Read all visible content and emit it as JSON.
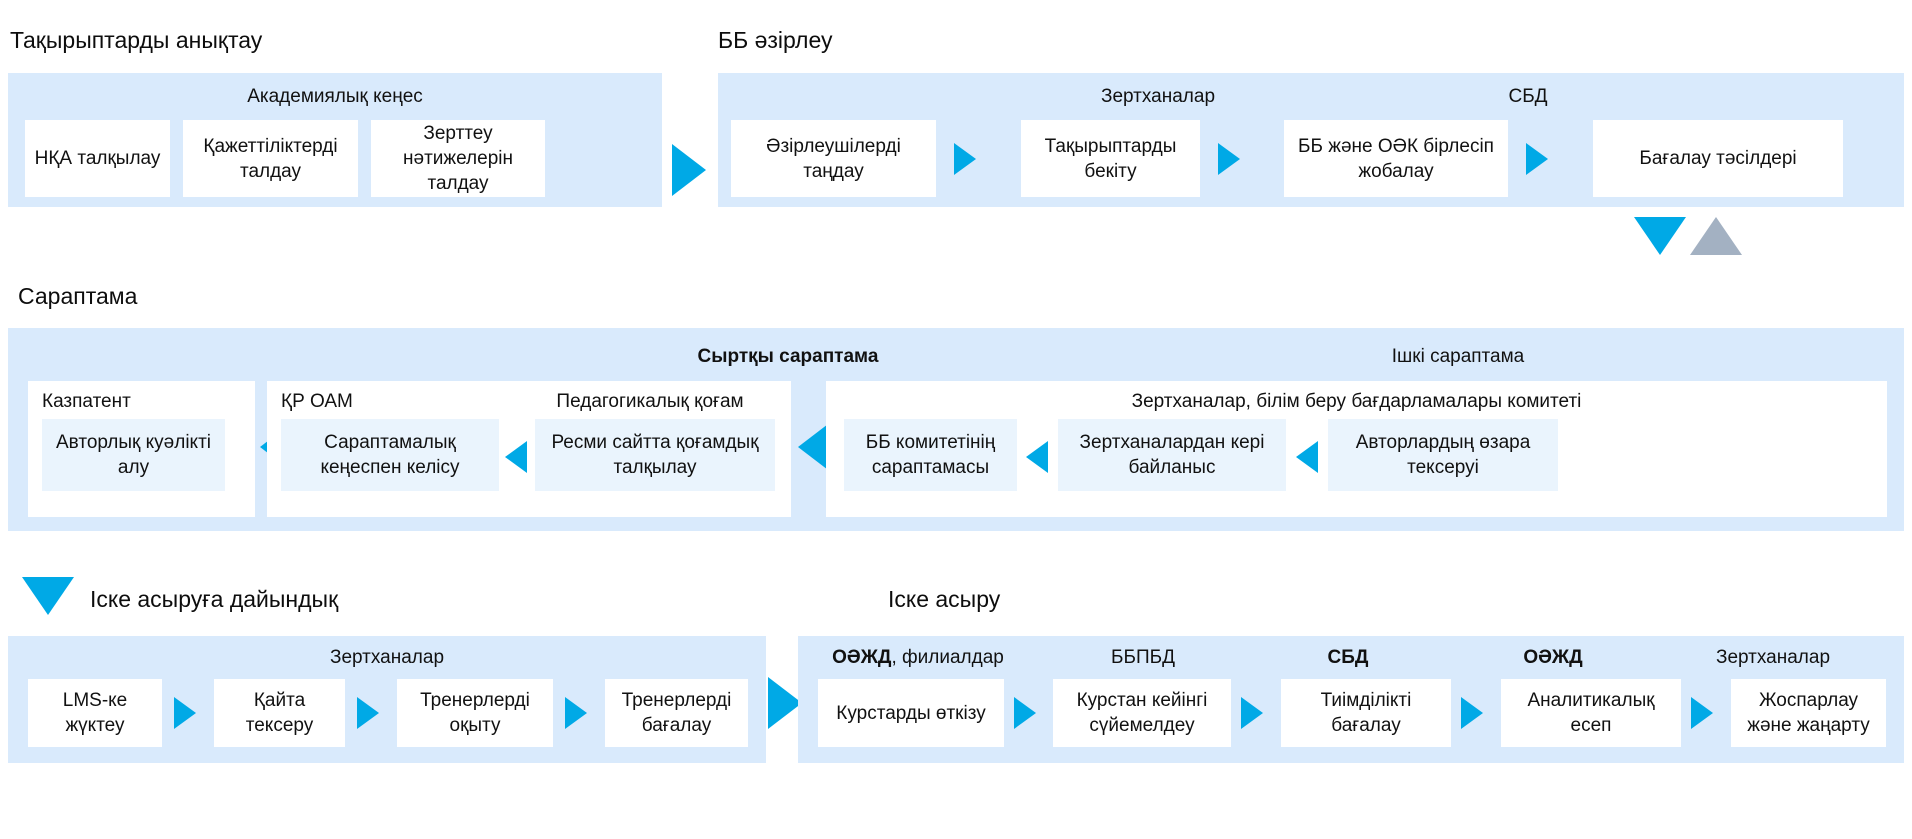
{
  "diagram": {
    "title_visible": false,
    "accent_blue": "#00a9e6",
    "band_blue": "#d9eafc",
    "pale_node_blue": "#eaf4fd",
    "grey_triangle": "#a3b1c2"
  },
  "sections": {
    "topics": {
      "caption": "Тақырыптарды анықтау",
      "role": "Академиялық кеңес",
      "nodes": [
        "НҚА талқылау",
        "Қажеттіліктерді талдау",
        "Зерттеу нәтижелерін талдау"
      ]
    },
    "develop": {
      "caption": "ББ әзірлеу",
      "roles": [
        "Зертханалар",
        "СБД"
      ],
      "nodes": [
        "Әзірлеушілерді таңдау",
        "Тақырыптарды бекіту",
        "ББ және ОӘК бірлесіп жобалау",
        "Бағалау тәсілдері"
      ]
    },
    "expertise": {
      "caption": "Сараптама",
      "group_external": "Сыртқы сараптама",
      "group_internal": "Ішкі сараптама",
      "cards": [
        {
          "role": "Казпатент",
          "node": "Авторлық куәлікті алу"
        },
        {
          "role": "ҚР ОАМ",
          "node": "Сараптамалық кеңеспен келісу"
        },
        {
          "role": "Педагогикалық қоғам",
          "node": "Ресми сайтта қоғамдық талқылау"
        },
        {
          "role": "Зертханалар, білім беру бағдарламалары комитеті",
          "inner_nodes": [
            "ББ комитетінің сараптамасы",
            "Зертханалардан кері байланыс",
            "Авторлардың өзара тексеруі"
          ]
        }
      ]
    },
    "readiness": {
      "caption": "Іске асыруға дайындық",
      "role": "Зертханалар",
      "nodes": [
        "LMS-ке жүктеу",
        "Қайта тексеру",
        "Тренерлерді оқыту",
        "Тренерлерді бағалау"
      ]
    },
    "implementation": {
      "caption": "Іске асыру",
      "roles": [
        {
          "bold_part": "ОӘЖД",
          "rest": ", филиалдар",
          "bold": true
        },
        {
          "bold_part": "ББПБД",
          "rest": "",
          "bold": false
        },
        {
          "bold_part": "СБД",
          "rest": "",
          "bold": true
        },
        {
          "bold_part": "ОӘЖД",
          "rest": "",
          "bold": true
        },
        {
          "bold_part": "Зертханалар",
          "rest": "",
          "bold": false
        }
      ],
      "nodes": [
        "Курстарды өткізу",
        "Курстан кейінгі сүйемелдеу",
        "Тиімділікті бағалау",
        "Аналитикалық есеп",
        "Жоспарлау және жаңарту"
      ]
    }
  }
}
